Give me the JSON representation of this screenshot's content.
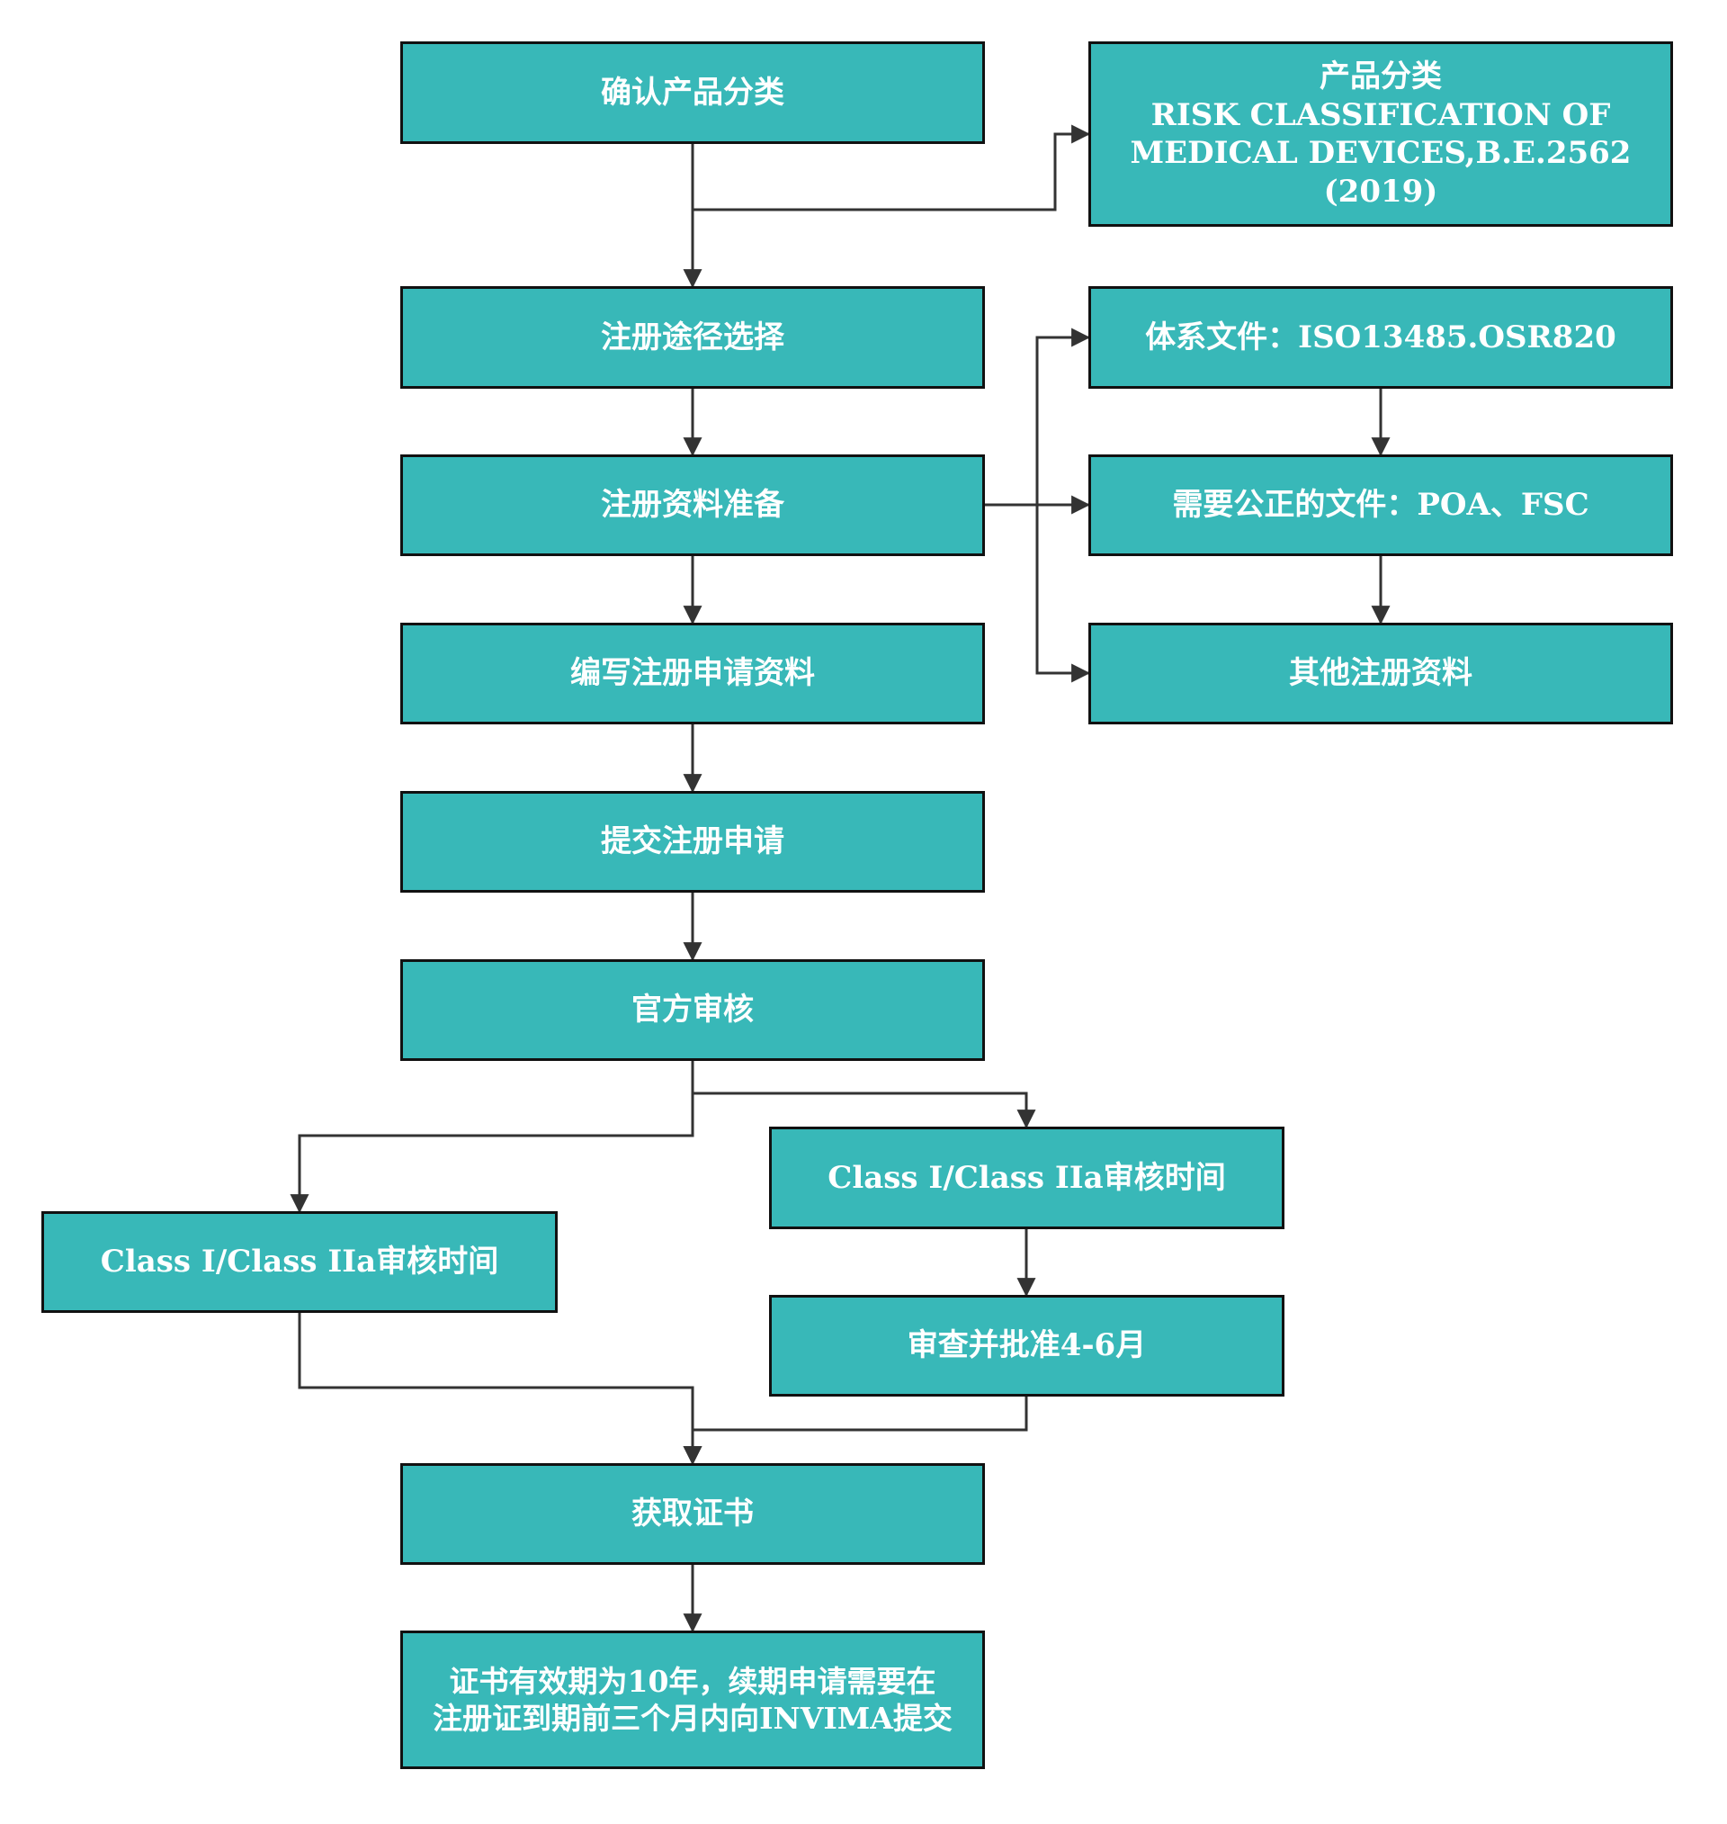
{
  "colors": {
    "box_fill": "#38b8b8",
    "box_border": "#111111",
    "box_text": "#ffffff",
    "connector": "#333333"
  },
  "nodes": {
    "confirm_classification": "确认产品分类",
    "product_classification": "产品分类\nRISK CLASSIFICATION OF\nMEDICAL DEVICES,B.E.2562\n(2019)",
    "registration_route": "注册途径选择",
    "qms_documents": "体系文件：ISO13485.OSR820",
    "prepare_materials": "注册资料准备",
    "notarized_documents": "需要公正的文件：POA、FSC",
    "write_application": "编写注册申请资料",
    "other_materials": "其他注册资料",
    "submit_application": "提交注册申请",
    "official_review": "官方审核",
    "review_time_left": "Class I/Class IIa审核时间",
    "review_time_right": "Class I/Class IIa审核时间",
    "approval_period": "审查并批准4-6月",
    "obtain_certificate": "获取证书",
    "certificate_validity": "证书有效期为10年，续期申请需要在\n注册证到期前三个月内向INVIMA提交"
  }
}
